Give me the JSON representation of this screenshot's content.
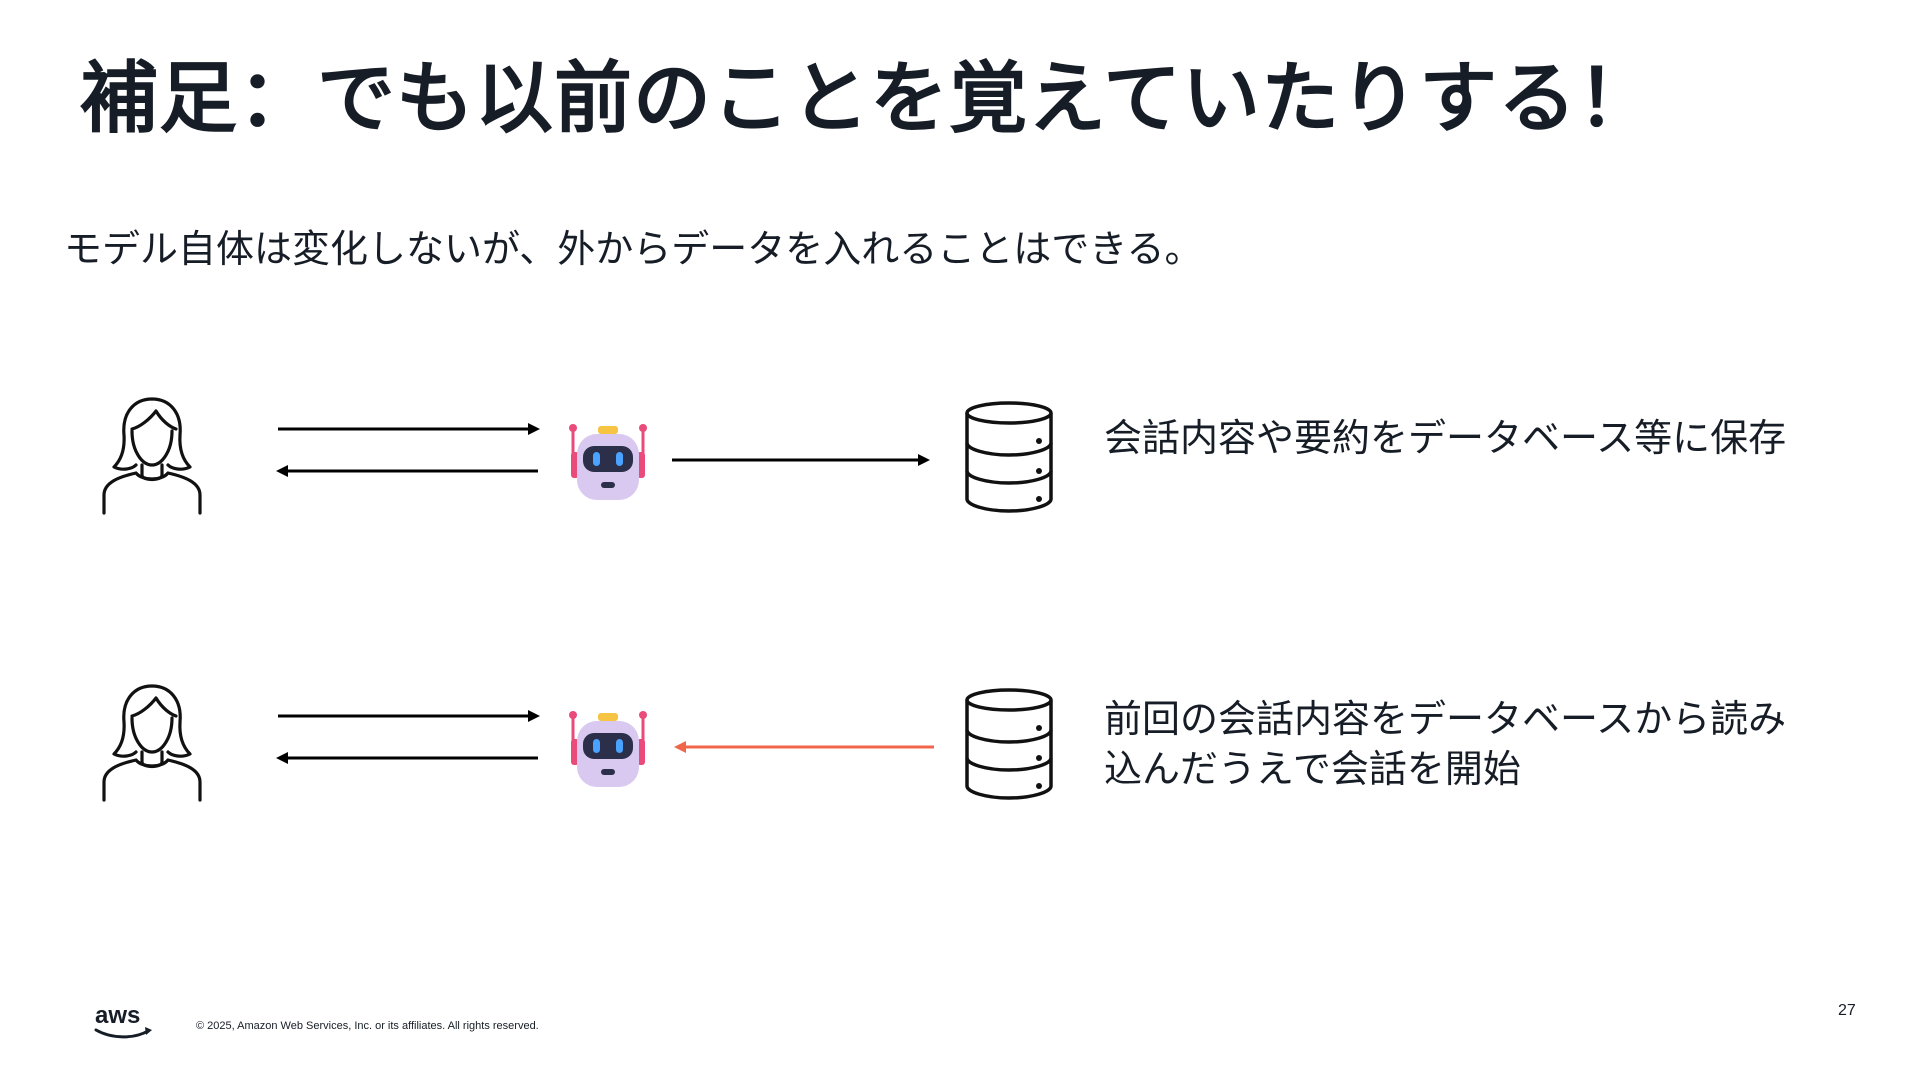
{
  "slide": {
    "title": "補足：でも以前のことを覚えていたりする！",
    "subtitle": "モデル自体は変化しないが、外からデータを入れることはできる。"
  },
  "rows": [
    {
      "description_lines": [
        "会話内容や要約をデータベース等に保存"
      ],
      "middle_arrow": {
        "direction": "robot-to-database",
        "color": "#000000"
      },
      "icons": [
        "person-icon",
        "robot-icon",
        "database-icon"
      ]
    },
    {
      "description_lines": [
        "前回の会話内容をデータベースから読み",
        "込んだうえで会話を開始"
      ],
      "middle_arrow": {
        "direction": "database-to-robot",
        "color": "#f0664a"
      },
      "icons": [
        "person-icon",
        "robot-icon",
        "database-icon"
      ]
    }
  ],
  "footer": {
    "logo_text": "aws",
    "copyright": "© 2025, Amazon Web Services, Inc. or its affiliates. All rights reserved.",
    "page_number": "27"
  },
  "colors": {
    "text": "#161d26",
    "highlight_arrow": "#f0664a",
    "robot_body": "#d9c8ef",
    "robot_visor": "#2b2f4a",
    "robot_eye": "#4aa3ff",
    "robot_accent": "#e94b7b",
    "robot_top": "#f6c343",
    "aws_smile": "#161d26"
  }
}
